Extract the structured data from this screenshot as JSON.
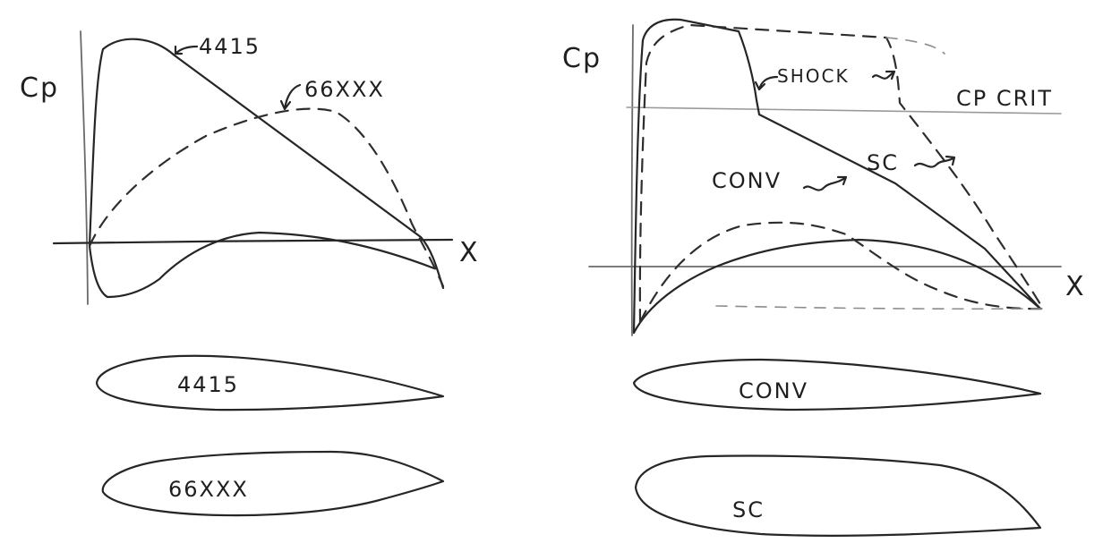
{
  "left_panel": {
    "y_axis_label": "Cp",
    "x_axis_label": "X",
    "curve_label_4415": "4415",
    "curve_label_66xxx": "66XXX",
    "airfoil_4415_label": "4415",
    "airfoil_66xxx_label": "66XXX"
  },
  "right_panel": {
    "y_axis_label": "Cp",
    "x_axis_label": "X",
    "shock_label": "SHOCK",
    "cp_crit_label": "CP CRIT",
    "conv_curve_label": "CONV",
    "sc_curve_label": "SC",
    "airfoil_conv_label": "CONV",
    "airfoil_sc_label": "SC"
  }
}
